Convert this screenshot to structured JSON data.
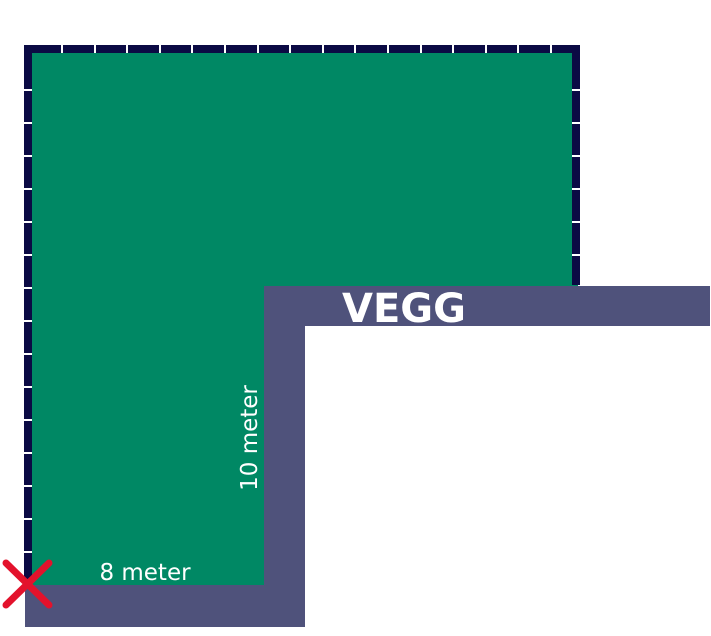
{
  "labels": {
    "wall": "VEGG",
    "width_dimension": "8 meter",
    "height_dimension": "10 meter"
  },
  "colors": {
    "area_fill": "#008864",
    "wall": "#4f527b",
    "fence": "#0b0a44",
    "fence_tick": "#ffffff",
    "corner_marker": "#e3122c",
    "background": "#ffffff"
  },
  "icons": {
    "corner_marker": "x-mark-icon"
  }
}
